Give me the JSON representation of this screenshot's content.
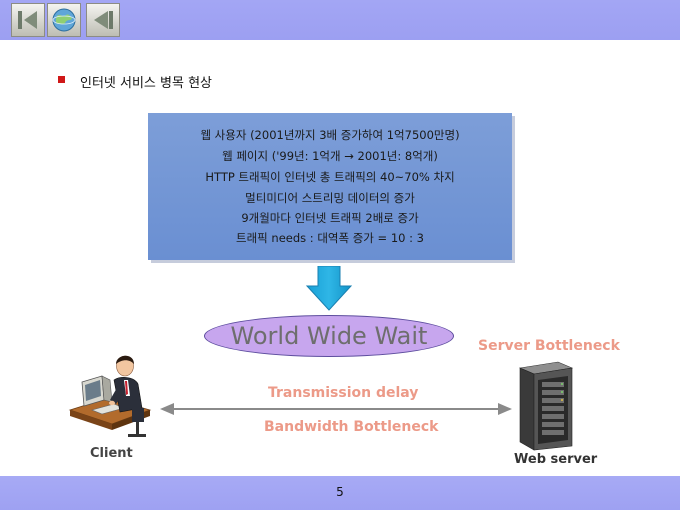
{
  "colors": {
    "bar": "#a1a4f3",
    "bullet": "#d01818",
    "info_box": "#7496d5",
    "arrow": "#1fa6d8",
    "ellipse": "#c7a6ee",
    "highlight_text": "#ec9a88"
  },
  "nav": {
    "first_icon": "first-slide-icon",
    "home_icon": "home-globe-icon",
    "prev_icon": "previous-slide-icon"
  },
  "slide": {
    "title": "인터넷 서비스 병목 현상",
    "page_number": "5"
  },
  "info_box": {
    "lines": [
      "웹 사용자 (2001년까지 3배 증가하여 1억7500만명)",
      "웹 페이지 ('99년: 1억개 → 2001년: 8억개)",
      "HTTP 트래픽이 인터넷 총 트래픽의 40~70% 차지",
      "멀티미디어 스트리밍 데이터의 증가",
      "9개월마다 인터넷 트래픽 2배로 증가",
      "트래픽 needs : 대역폭 증가 = 10 : 3"
    ]
  },
  "diagram": {
    "www_label": "World Wide Wait",
    "server_bottleneck": "Server Bottleneck",
    "transmission_delay": "Transmission delay",
    "bandwidth_bottleneck": "Bandwidth Bottleneck",
    "client_label": "Client",
    "server_label": "Web server"
  }
}
